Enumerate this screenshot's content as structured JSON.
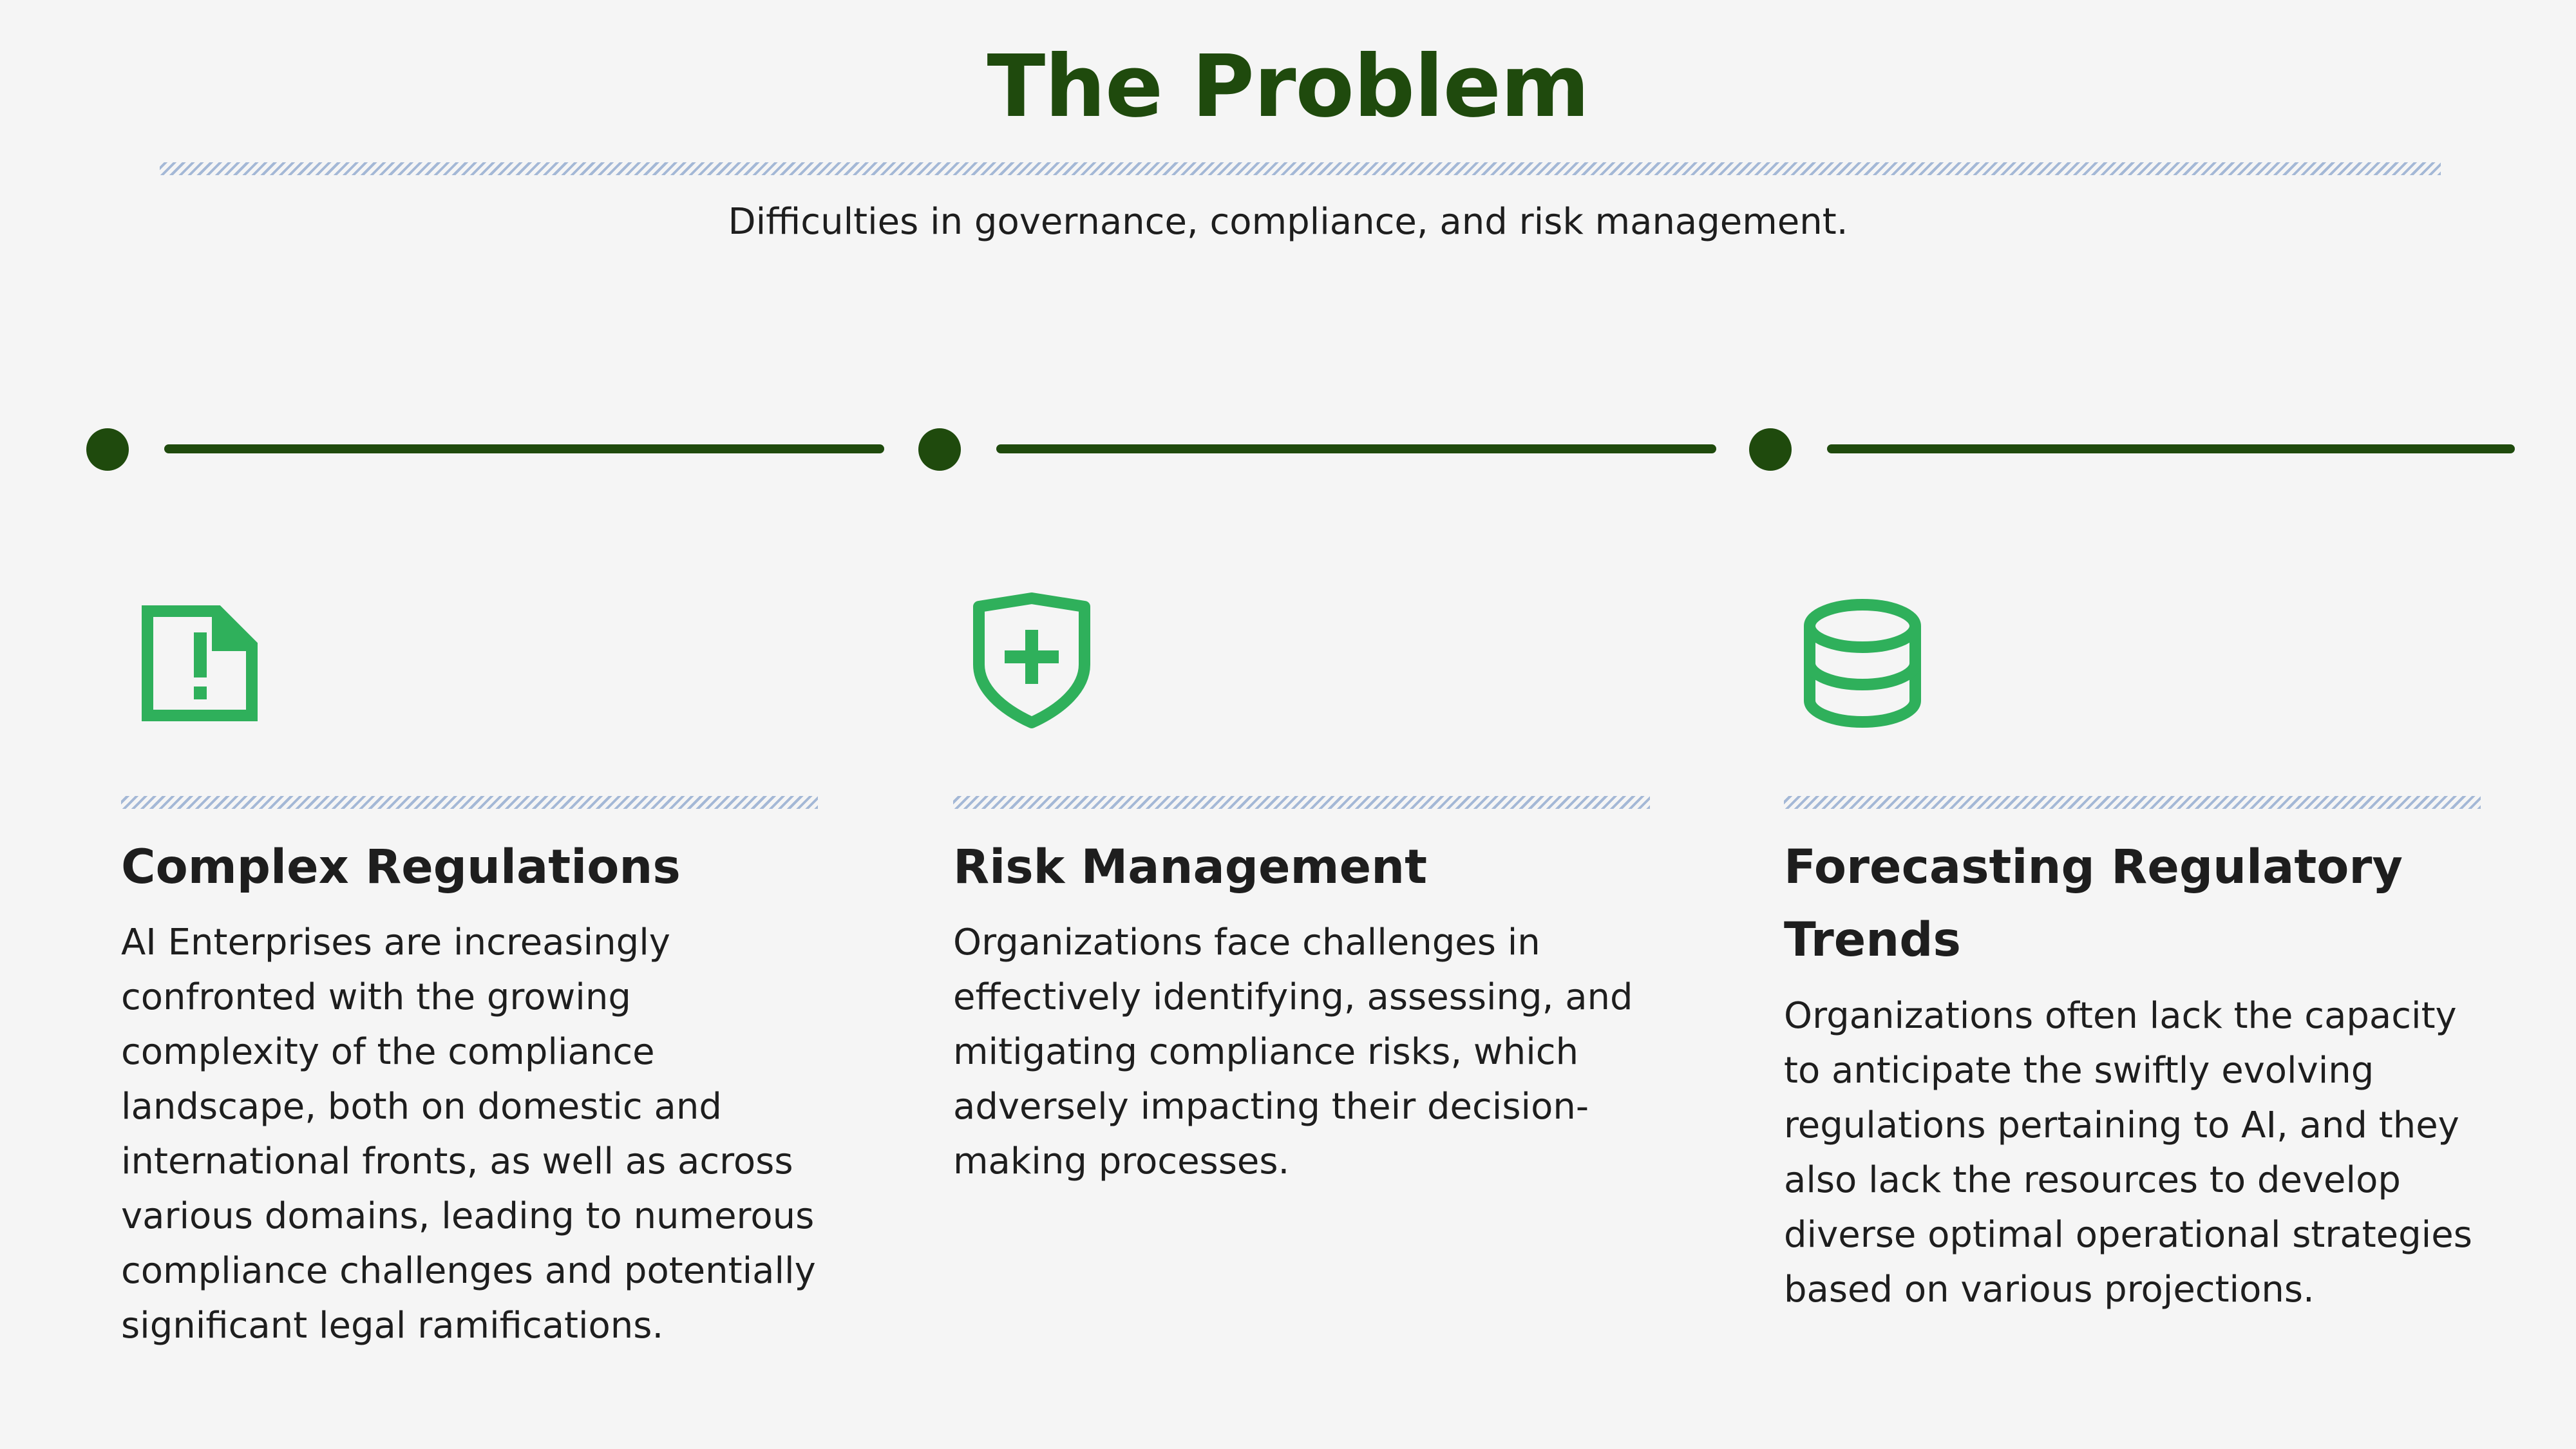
{
  "title": "The Problem",
  "subtitle": "Difficulties in governance, compliance, and risk management.",
  "colors": {
    "background": "#f5f5f5",
    "title": "#1f4a0d",
    "timeline": "#1f4a0d",
    "icon": "#2fb05b",
    "hatch": "#a4b8d6",
    "text": "#1e1e1e"
  },
  "cards": [
    {
      "icon": "document-alert-icon",
      "title": "Complex Regulations",
      "body": "AI Enterprises are increasingly confronted with the growing complexity of the compliance landscape, both on domestic and international fronts, as well as across various domains, leading to numerous compliance challenges and potentially significant legal ramifications."
    },
    {
      "icon": "shield-plus-icon",
      "title": "Risk Management",
      "body": "Organizations face challenges in effectively identifying, assessing, and mitigating compliance risks, which adversely impacting their decision-making processes."
    },
    {
      "icon": "database-icon",
      "title": "Forecasting Regulatory Trends",
      "body": "Organizations often lack the capacity to anticipate the swiftly evolving regulations pertaining to AI, and they also lack the resources to develop diverse optimal operational strategies based on various projections."
    }
  ]
}
